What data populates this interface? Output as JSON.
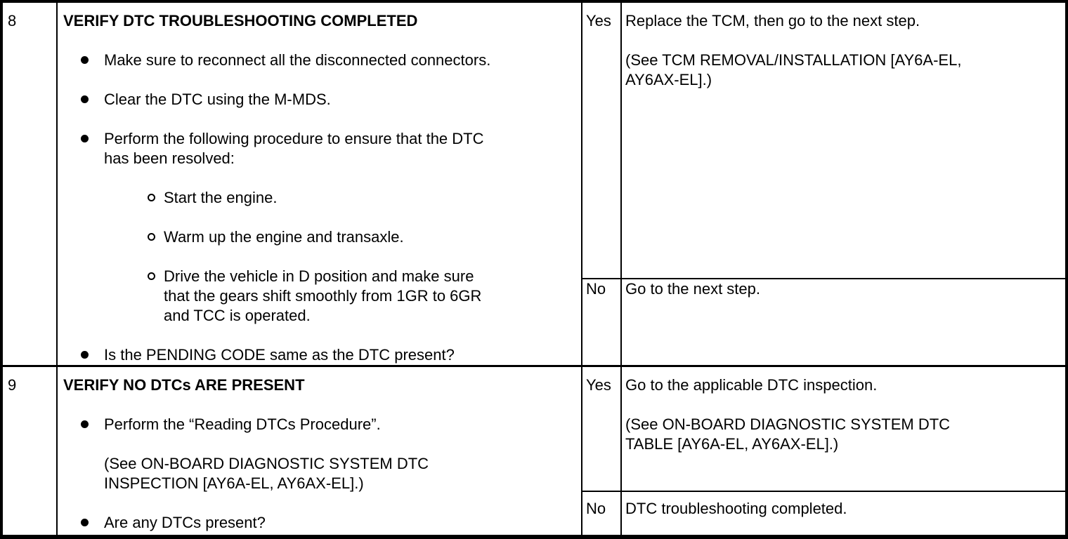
{
  "colors": {
    "background": "#ffffff",
    "text": "#000000",
    "border": "#000000"
  },
  "icons": {
    "bullet": "filled-circle",
    "sub_bullet": "open-circle"
  },
  "steps": [
    {
      "number": "8",
      "title": "VERIFY DTC TROUBLESHOOTING COMPLETED",
      "bullets": [
        "Make sure to reconnect all the disconnected connectors.",
        "Clear the DTC using the M-MDS.",
        "Perform the following procedure to ensure that the DTC\nhas been resolved:",
        "Is the PENDING CODE same as the DTC present?"
      ],
      "sub_bullets": [
        "Start the engine.",
        "Warm up the engine and transaxle.",
        "Drive the vehicle in D position and make sure\nthat the gears shift smoothly from 1GR to 6GR\nand TCC is operated."
      ],
      "results": [
        {
          "answer": "Yes",
          "action": "Replace the TCM, then go to the next step.\n\n(See TCM REMOVAL/INSTALLATION [AY6A-EL,\nAY6AX-EL].)"
        },
        {
          "answer": "No",
          "action": "Go to the next step."
        }
      ]
    },
    {
      "number": "9",
      "title": "VERIFY NO DTCs ARE PRESENT",
      "bullets": [
        "Perform the “Reading DTCs Procedure”.\n\n(See ON-BOARD DIAGNOSTIC SYSTEM DTC\nINSPECTION [AY6A-EL, AY6AX-EL].)",
        "Are any DTCs present?"
      ],
      "sub_bullets": [],
      "results": [
        {
          "answer": "Yes",
          "action": "Go to the applicable DTC inspection.\n\n(See ON-BOARD DIAGNOSTIC SYSTEM DTC\nTABLE [AY6A-EL, AY6AX-EL].)"
        },
        {
          "answer": "No",
          "action": "DTC troubleshooting completed."
        }
      ]
    }
  ]
}
